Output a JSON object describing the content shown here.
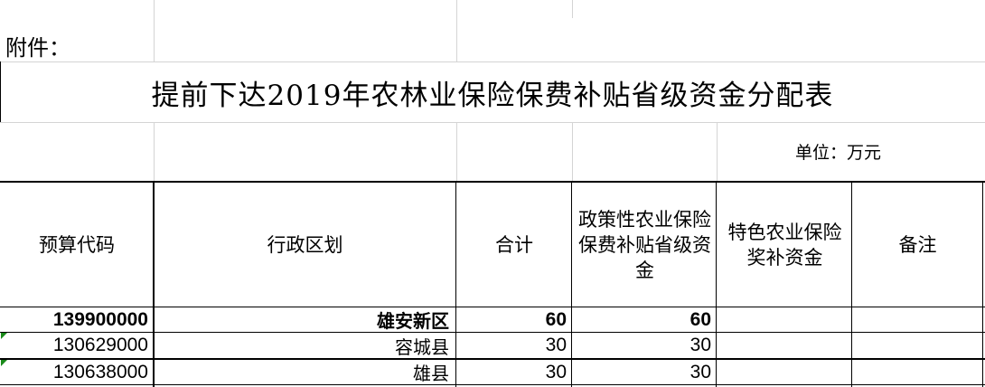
{
  "attachment_label": "附件：",
  "title": "提前下达2019年农林业保险保费补贴省级资金分配表",
  "unit": "单位：万元",
  "headers": [
    "预算代码",
    "行政区划",
    "合计",
    "政策性农业保险保费补贴省级资金",
    "特色农业保险奖补资金",
    "备注"
  ],
  "rows": [
    {
      "code": "139900000",
      "region": "雄安新区",
      "total": "60",
      "policy": "60",
      "special": "",
      "note": ""
    },
    {
      "code": "130629000",
      "region": "容城县",
      "total": "30",
      "policy": "30",
      "special": "",
      "note": ""
    },
    {
      "code": "130638000",
      "region": "雄县",
      "total": "30",
      "policy": "30",
      "special": "",
      "note": ""
    }
  ],
  "colors": {
    "gridline": "#d4d4d4",
    "border": "#000000",
    "error_marker": "#1a8a1a"
  }
}
